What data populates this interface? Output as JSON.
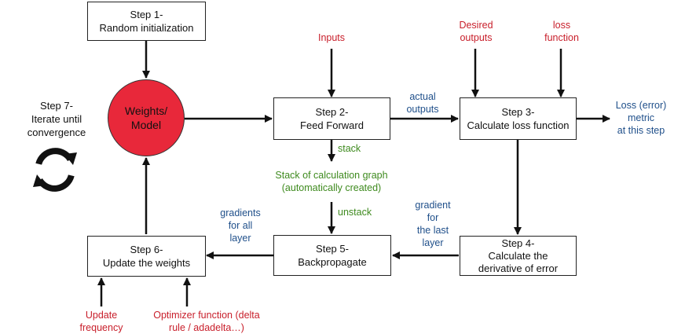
{
  "nodes": {
    "step1": {
      "line1": "Step 1-",
      "line2": "Random initialization"
    },
    "weights": {
      "line1": "Weights/",
      "line2": "Model"
    },
    "step2": {
      "line1": "Step 2-",
      "line2": "Feed Forward"
    },
    "step3": {
      "line1": "Step 3-",
      "line2": "Calculate loss function"
    },
    "step4": {
      "line1": "Step 4-",
      "line2": "Calculate the",
      "line3": "derivative of error"
    },
    "step5": {
      "line1": "Step 5-",
      "line2": "Backpropagate"
    },
    "step6": {
      "line1": "Step 6-",
      "line2": "Update the weights"
    },
    "step7": {
      "line1": "Step 7-",
      "line2": "Iterate until",
      "line3": "convergence"
    }
  },
  "labels": {
    "inputs": "Inputs",
    "desired_outputs": {
      "line1": "Desired",
      "line2": "outputs"
    },
    "loss_function": {
      "line1": "loss",
      "line2": "function"
    },
    "actual_outputs": {
      "line1": "actual",
      "line2": "outputs"
    },
    "loss_metric": {
      "line1": "Loss (error)",
      "line2": "metric",
      "line3": "at this step"
    },
    "stack": "stack",
    "stack_graph": {
      "line1": "Stack of calculation graph",
      "line2": "(automatically created)"
    },
    "unstack": "unstack",
    "gradient_last": {
      "line1": "gradient",
      "line2": "for",
      "line3": "the last",
      "line4": "layer"
    },
    "gradients_all": {
      "line1": "gradients",
      "line2": "for all",
      "line3": "layer"
    },
    "update_frequency": {
      "line1": "Update",
      "line2": "frequency"
    },
    "optimizer": {
      "line1": "Optimizer function (delta",
      "line2": "rule / adadelta…)"
    }
  },
  "icons": {
    "cycle": "cycle-arrows-icon"
  },
  "colors": {
    "weights_fill": "#e8283a",
    "input_labels": "#c81e2a",
    "output_labels": "#1f4f8a",
    "stack_labels": "#3e8a1e"
  }
}
